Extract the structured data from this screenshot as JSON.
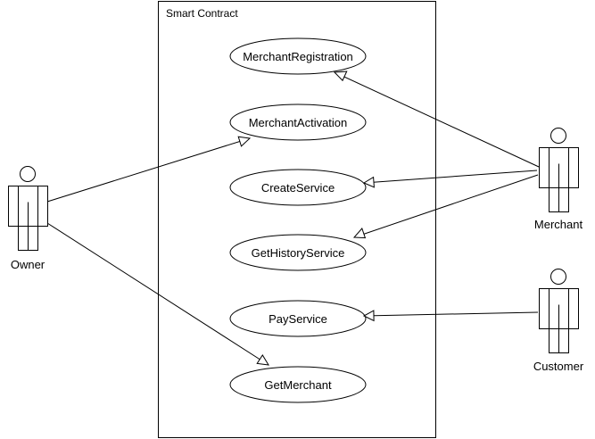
{
  "diagram": {
    "boundary_label": "Smart Contract",
    "use_cases": [
      {
        "id": "uc1",
        "label": "MerchantRegistration"
      },
      {
        "id": "uc2",
        "label": "MerchantActivation"
      },
      {
        "id": "uc3",
        "label": "CreateService"
      },
      {
        "id": "uc4",
        "label": "GetHistoryService"
      },
      {
        "id": "uc5",
        "label": "PayService"
      },
      {
        "id": "uc6",
        "label": "GetMerchant"
      }
    ],
    "actors": [
      {
        "id": "owner",
        "label": "Owner"
      },
      {
        "id": "merchant",
        "label": "Merchant"
      },
      {
        "id": "customer",
        "label": "Customer"
      }
    ],
    "associations": [
      {
        "from": "owner",
        "to": "uc2"
      },
      {
        "from": "owner",
        "to": "uc6"
      },
      {
        "from": "merchant",
        "to": "uc1"
      },
      {
        "from": "merchant",
        "to": "uc3"
      },
      {
        "from": "merchant",
        "to": "uc4"
      },
      {
        "from": "customer",
        "to": "uc5"
      }
    ],
    "colors": {
      "stroke": "#000000",
      "background": "#ffffff"
    }
  }
}
